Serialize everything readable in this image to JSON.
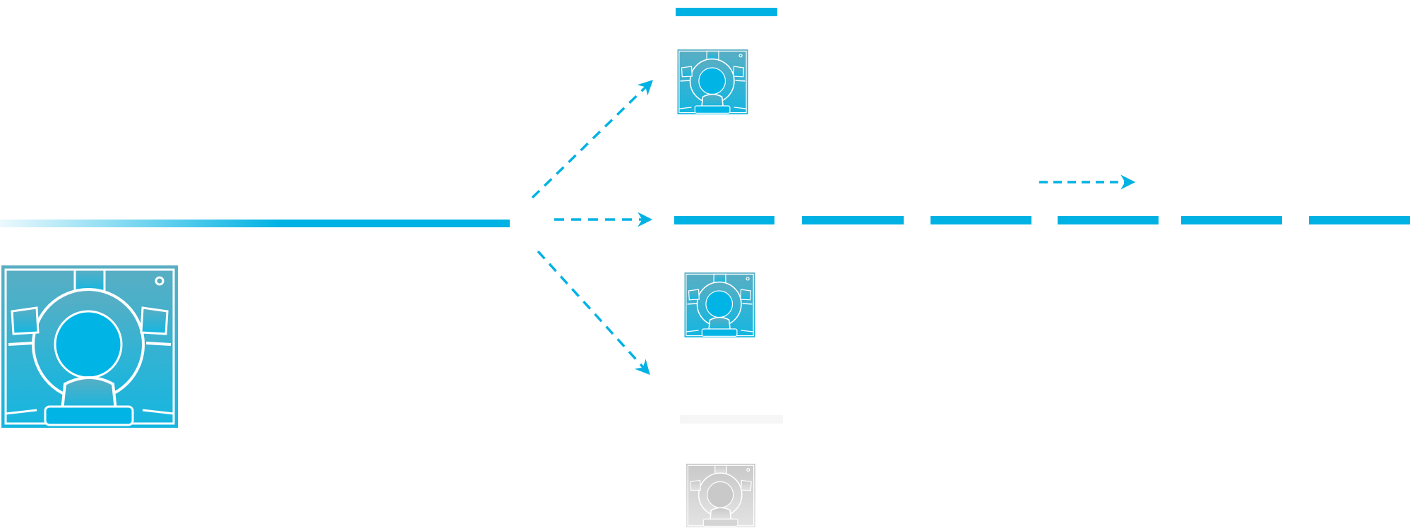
{
  "colors": {
    "accent": "#00b2e3",
    "scanner_top": "#5aaec3",
    "scanner_bottom": "#14b6e0",
    "scanner_bore": "#00b5e6",
    "faded_gray": "#c9c9c9",
    "faded_gray_light": "#e3e3e3"
  },
  "icons": {
    "scanner": "ct-scanner-icon",
    "arrow": "dashed-arrow-icon"
  },
  "diagram": {
    "source": {
      "icon": "ct-scanner-icon",
      "fade": "gradient-left-to-right"
    },
    "branches": [
      {
        "name": "upper",
        "icon": "ct-scanner-icon",
        "state": "active"
      },
      {
        "name": "middle",
        "icon": "",
        "state": "active",
        "segments": 6
      },
      {
        "name": "lower",
        "icon": "ct-scanner-icon",
        "state": "active"
      },
      {
        "name": "faded",
        "icon": "ct-scanner-icon",
        "state": "inactive"
      }
    ]
  }
}
